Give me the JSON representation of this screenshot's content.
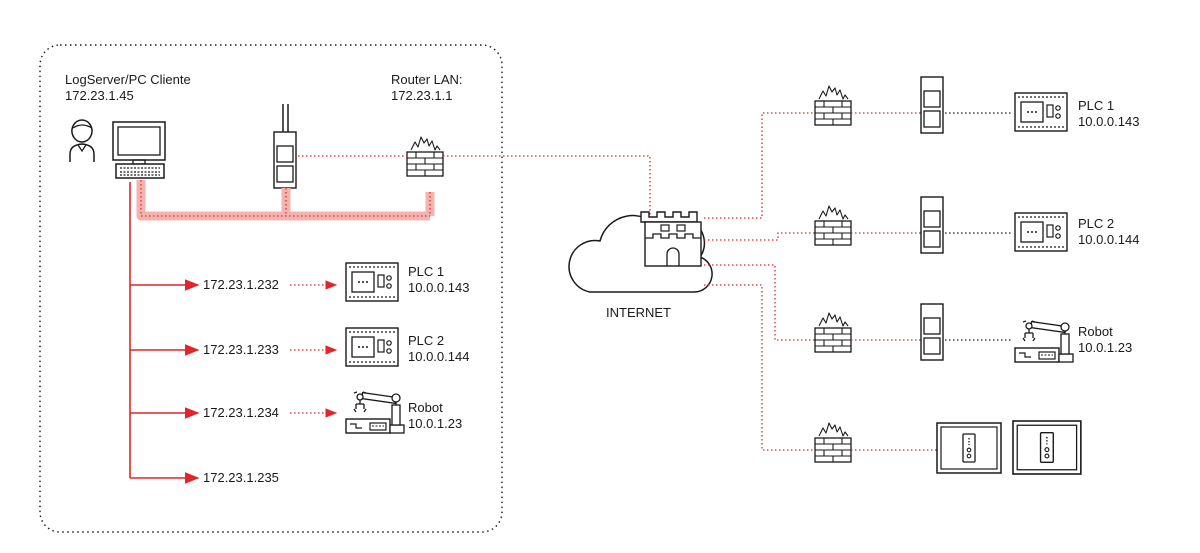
{
  "colors": {
    "accent": "#e0262b",
    "accent_light": "#f5b3b0",
    "stroke": "#1a1a1a",
    "background": "#ffffff"
  },
  "lan": {
    "server": {
      "name": "LogServer/PC Cliente",
      "ip": "172.23.1.45"
    },
    "router": {
      "name": "Router LAN:",
      "ip": "172.23.1.1"
    },
    "routes": [
      {
        "ip": "172.23.1.232",
        "device": {
          "type": "plc",
          "name": "PLC 1",
          "ip": "10.0.0.143"
        }
      },
      {
        "ip": "172.23.1.233",
        "device": {
          "type": "plc",
          "name": "PLC 2",
          "ip": "10.0.0.144"
        }
      },
      {
        "ip": "172.23.1.234",
        "device": {
          "type": "robot",
          "name": "Robot",
          "ip": "10.0.1.23"
        }
      },
      {
        "ip": "172.23.1.235",
        "device": null
      }
    ]
  },
  "internet": {
    "label": "INTERNET"
  },
  "remote_sites": [
    {
      "device_type": "plc",
      "name": "PLC 1",
      "ip": "10.0.0.143"
    },
    {
      "device_type": "plc",
      "name": "PLC 2",
      "ip": "10.0.0.144"
    },
    {
      "device_type": "robot",
      "name": "Robot",
      "ip": "10.0.1.23"
    },
    {
      "device_type": "panels",
      "name": "",
      "ip": ""
    }
  ]
}
